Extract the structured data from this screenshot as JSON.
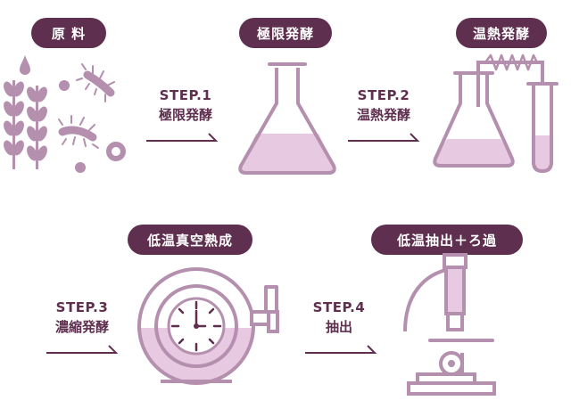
{
  "colors": {
    "dark": "#5e2f4e",
    "stroke": "#b48fae",
    "fill": "#e8c9e2",
    "background": "#ffffff"
  },
  "stages": [
    {
      "label": "原 料"
    },
    {
      "label": "極限発酵"
    },
    {
      "label": "温熱発酵"
    },
    {
      "label": "低温真空熟成"
    },
    {
      "label": "低温抽出＋ろ過"
    }
  ],
  "steps": [
    {
      "step": "STEP.1",
      "name": "極限発酵"
    },
    {
      "step": "STEP.2",
      "name": "温熱発酵"
    },
    {
      "step": "STEP.3",
      "name": "濃縮発酵"
    },
    {
      "step": "STEP.4",
      "name": "抽出"
    }
  ],
  "icons": [
    "wheat-icon",
    "bacteria-icon",
    "flask-icon",
    "flask-with-coil-and-test-tube-icon",
    "vacuum-tank-with-gauge-icon",
    "microscope-icon",
    "arrow-icon"
  ]
}
